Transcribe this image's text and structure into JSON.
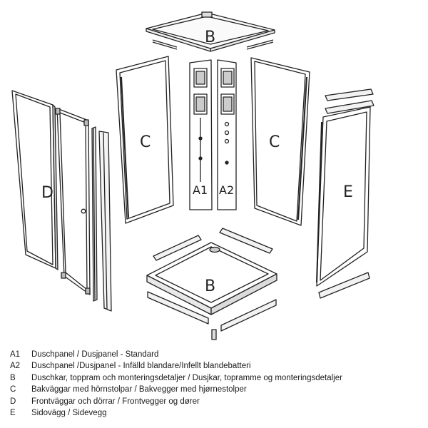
{
  "labels": {
    "b_top": "B",
    "b_bottom": "B",
    "c_left": "C",
    "c_right": "C",
    "d": "D",
    "e": "E",
    "a1": "A1",
    "a2": "A2"
  },
  "legend": [
    {
      "code": "A1",
      "text": "Duschpanel / Dusjpanel - Standard"
    },
    {
      "code": "A2",
      "text": "Duschpanel /Dusjpanel - Infälld blandare/Infellt blandebatteri"
    },
    {
      "code": "B",
      "text": "Duschkar, toppram och monteringsdetaljer / Dusjkar, topramme og monteringsdetaljer"
    },
    {
      "code": "C",
      "text": "Bakväggar med hörnstolpar / Bakvegger med hjørnestolper"
    },
    {
      "code": "D",
      "text": "Frontväggar och dörrar / Frontvegger og dører"
    },
    {
      "code": "E",
      "text": "Sidovägg / Sidevegg"
    }
  ]
}
